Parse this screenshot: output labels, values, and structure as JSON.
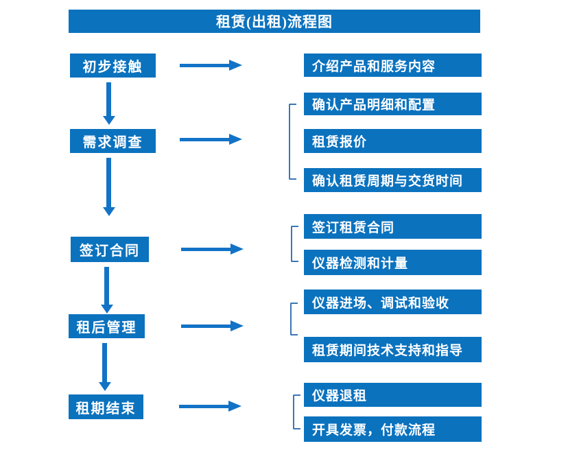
{
  "title": "租赁(出租)流程图",
  "colors": {
    "box_fill": "#0b72be",
    "arrow": "#1273c6",
    "bracket": "#3a76b4",
    "box_text": "#ffffff"
  },
  "steps": [
    {
      "label": "初步接触",
      "outputs": [
        "介绍产品和服务内容"
      ]
    },
    {
      "label": "需求调查",
      "outputs": [
        "确认产品明细和配置",
        "租赁报价",
        "确认租赁周期与交货时间"
      ]
    },
    {
      "label": "签订合同",
      "outputs": [
        "签订租赁合同",
        "仪器检测和计量"
      ]
    },
    {
      "label": "租后管理",
      "outputs": [
        "仪器进场、调试和验收",
        "租赁期间技术支持和指导"
      ]
    },
    {
      "label": "租期结束",
      "outputs": [
        "仪器退租",
        "开具发票，付款流程"
      ]
    }
  ]
}
